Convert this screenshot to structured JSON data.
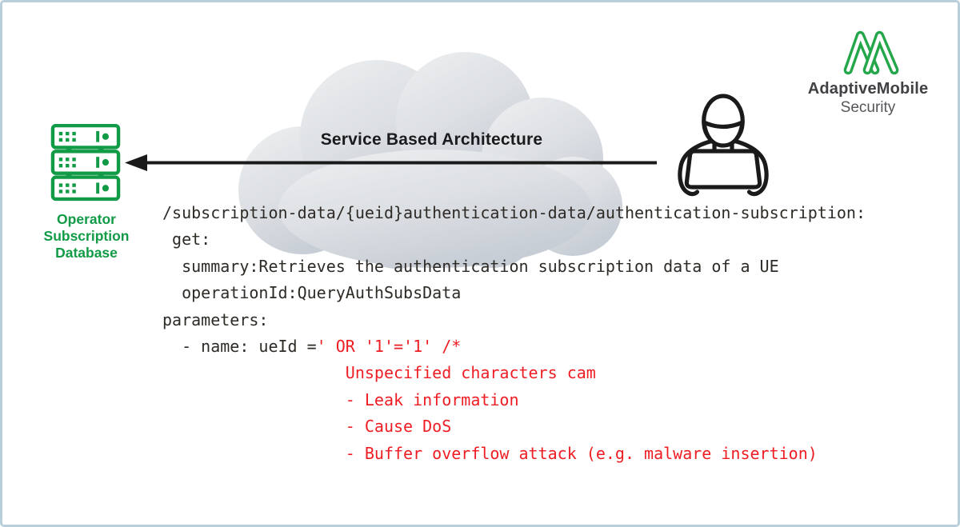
{
  "colors": {
    "page_bg": "#ffffff",
    "border_blue": "#b9cfd9",
    "title_dark": "#1b1b1d",
    "arrow_black": "#1a1a1a",
    "db_green": "#119b46",
    "brand_green": "#24a64a",
    "brand_dark": "#414044",
    "brand_gray": "#55565a",
    "code_text": "#2e2a26",
    "attack_red": "#ee1d23",
    "cloud_light": "#eceef0",
    "cloud_dark": "#c7cdd5"
  },
  "brand": {
    "line1": "AdaptiveMobile",
    "line2": "Security",
    "logo_icon": "adaptivemobile-m-loops"
  },
  "cloud": {
    "title": "Service Based Architecture"
  },
  "database": {
    "icon": "server-stack",
    "lines": [
      "Operator",
      "Subscription",
      "Database"
    ]
  },
  "attacker": {
    "icon": "hooded-hacker-with-laptop"
  },
  "arrow": {
    "direction": "right-to-left",
    "from": "attacker",
    "to": "operator-subscription-database"
  },
  "code": {
    "lines": [
      [
        {
          "t": "/subscription-data/{ueid}authentication-data/authentication-subscription:",
          "c": "code"
        }
      ],
      [
        {
          "t": " get:",
          "c": "code"
        }
      ],
      [
        {
          "t": "  summary:Retrieves the authentication subscription data of a UE",
          "c": "code"
        }
      ],
      [
        {
          "t": "  operationId:QueryAuthSubsData",
          "c": "code"
        }
      ],
      [
        {
          "t": "parameters:",
          "c": "code"
        }
      ],
      [
        {
          "t": "  - name: ueId =",
          "c": "code"
        },
        {
          "t": "' OR '1'='1' /*",
          "c": "attack"
        }
      ],
      [
        {
          "t": "                   Unspecified characters cam",
          "c": "attack"
        }
      ],
      [
        {
          "t": "                   - Leak information",
          "c": "attack"
        }
      ],
      [
        {
          "t": "                   - Cause DoS",
          "c": "attack"
        }
      ],
      [
        {
          "t": "                   - Buffer overflow attack (e.g. malware insertion)",
          "c": "attack"
        }
      ]
    ]
  }
}
